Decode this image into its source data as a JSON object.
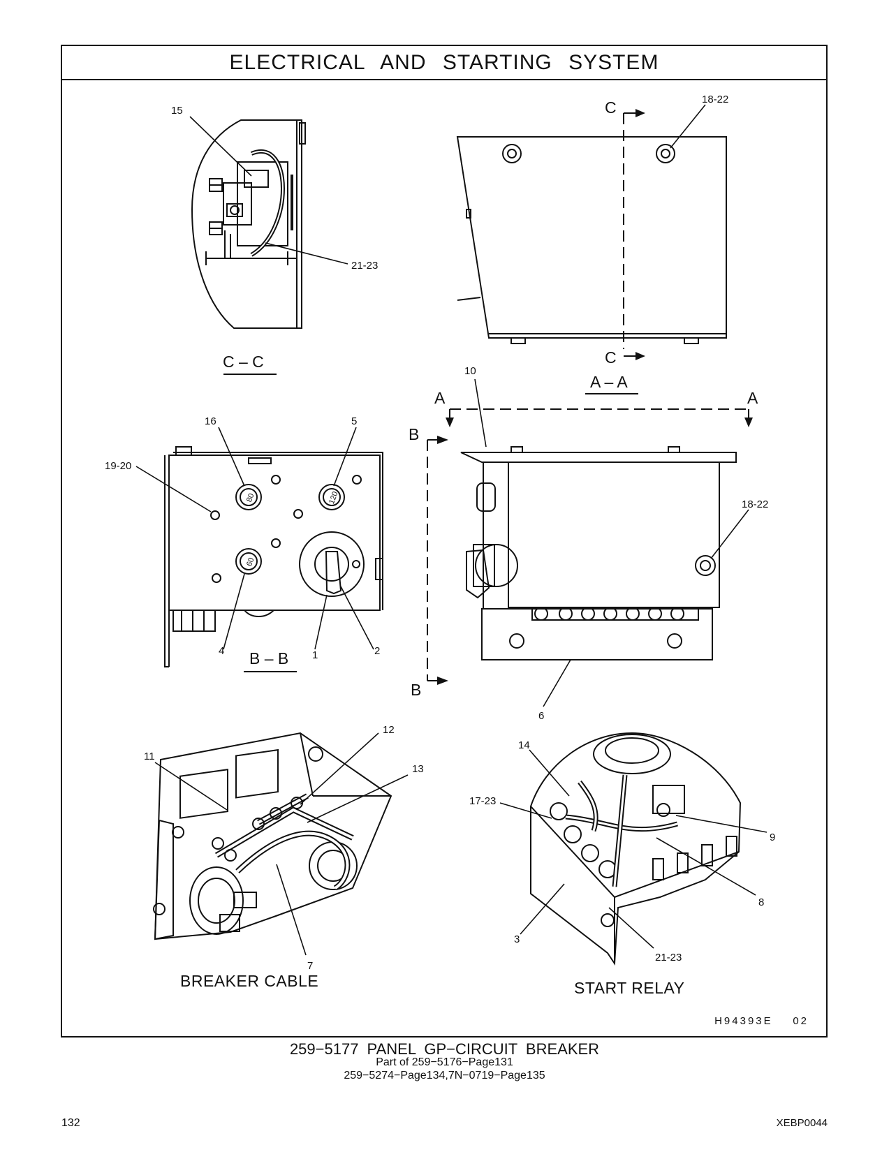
{
  "header": {
    "title": "ELECTRICAL AND STARTING SYSTEM"
  },
  "views": {
    "cc_label": "C – C",
    "aa_label": "A – A",
    "bb_label": "B – B",
    "breaker_cable": "BREAKER CABLE",
    "start_relay": "START RELAY",
    "section_letters": {
      "a": "A",
      "b": "B",
      "c": "C"
    }
  },
  "callouts": {
    "c15": "15",
    "c21_23_top": "21-23",
    "c18_22_top": "18-22",
    "c10": "10",
    "c16": "16",
    "c5": "5",
    "c19_20": "19-20",
    "c18_22_mid": "18-22",
    "c4": "4",
    "c1": "1",
    "c2": "2",
    "c6": "6",
    "c11": "11",
    "c12": "12",
    "c13": "13",
    "c7": "7",
    "c14": "14",
    "c17_23": "17-23",
    "c9": "9",
    "c8": "8",
    "c3": "3",
    "c21_23_bottom": "21-23"
  },
  "breaker_ratings": {
    "r16": "80",
    "r5": "120",
    "r4": "60"
  },
  "figure_code": "H94393E    02",
  "footer": {
    "title": "259−5177  PANEL  GP−CIRCUIT  BREAKER",
    "line1": "Part of 259−5176−Page131",
    "line2": "259−5274−Page134,7N−0719−Page135",
    "page_number": "132",
    "doc_code": "XEBP0044"
  }
}
